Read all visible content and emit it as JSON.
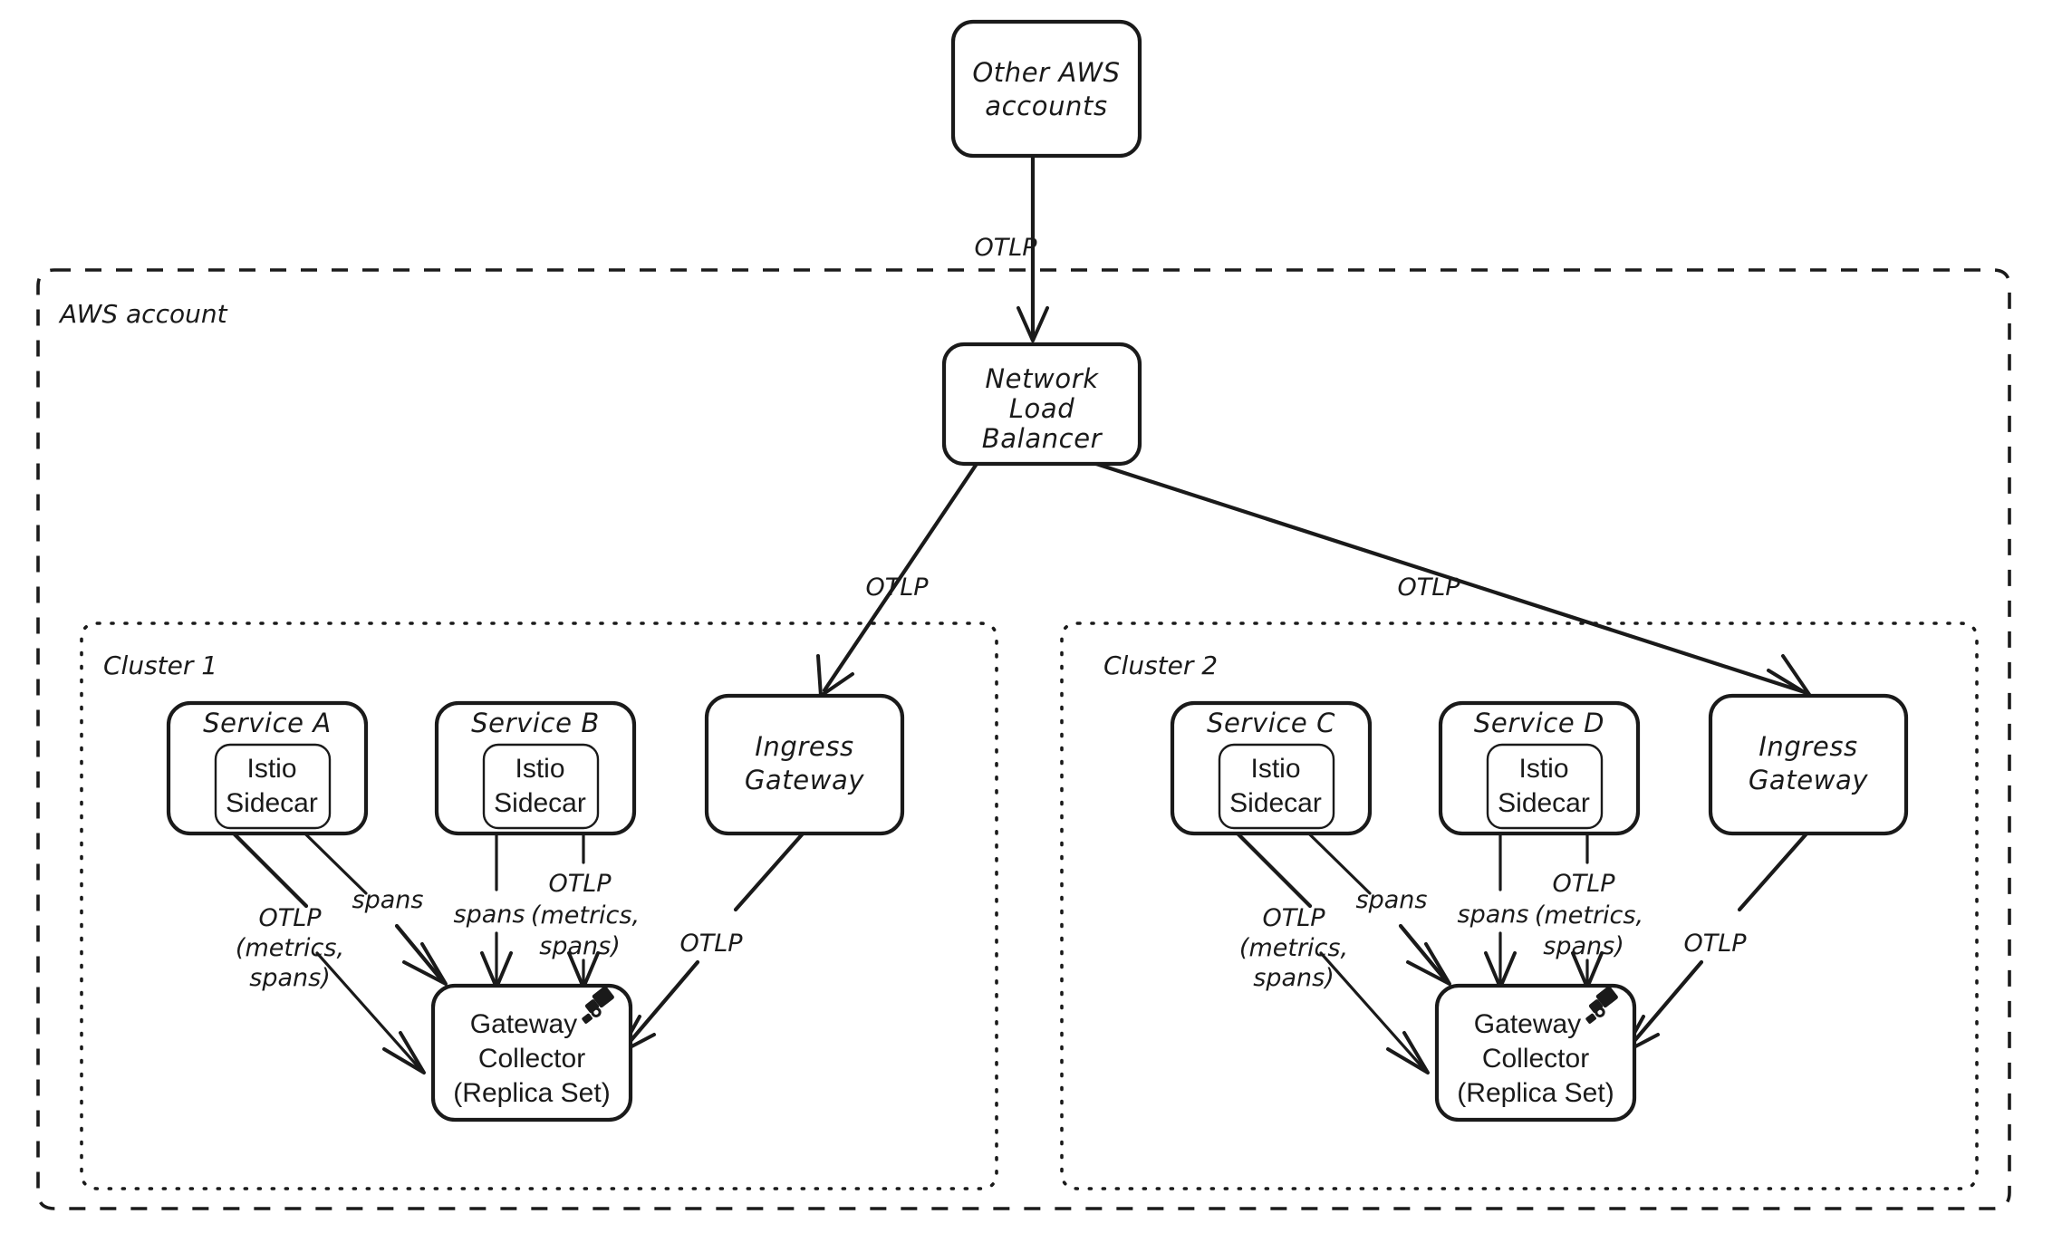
{
  "diagram": {
    "title": "OpenTelemetry collector architecture across AWS account clusters",
    "background": "#ffffff",
    "stroke_color": "#1a1a1a"
  },
  "zones": {
    "aws_account": {
      "label": "AWS account",
      "border_style": "dashed"
    },
    "cluster_1": {
      "label": "Cluster 1",
      "border_style": "dotted"
    },
    "cluster_2": {
      "label": "Cluster 2",
      "border_style": "dotted"
    }
  },
  "nodes": {
    "other_aws": {
      "label_line_1": "Other AWS",
      "label_line_2": "accounts"
    },
    "nlb": {
      "label_line_1": "Network",
      "label_line_2": "Load",
      "label_line_3": "Balancer"
    },
    "service_a": {
      "title": "Service A",
      "sidecar_line_1": "Istio",
      "sidecar_line_2": "Sidecar"
    },
    "service_b": {
      "title": "Service B",
      "sidecar_line_1": "Istio",
      "sidecar_line_2": "Sidecar"
    },
    "service_c": {
      "title": "Service C",
      "sidecar_line_1": "Istio",
      "sidecar_line_2": "Sidecar"
    },
    "service_d": {
      "title": "Service D",
      "sidecar_line_1": "Istio",
      "sidecar_line_2": "Sidecar"
    },
    "ingress_1": {
      "label_line_1": "Ingress",
      "label_line_2": "Gateway"
    },
    "ingress_2": {
      "label_line_1": "Ingress",
      "label_line_2": "Gateway"
    },
    "collector_1": {
      "label_line_1": "Gateway",
      "label_line_2": "Collector",
      "label_line_3": "(Replica Set)",
      "icon": "telescope-icon"
    },
    "collector_2": {
      "label_line_1": "Gateway",
      "label_line_2": "Collector",
      "label_line_3": "(Replica Set)",
      "icon": "telescope-icon"
    }
  },
  "edges": {
    "other_to_nlb": {
      "label": "OTLP"
    },
    "nlb_to_cluster1": {
      "label": "OTLP"
    },
    "nlb_to_cluster2": {
      "label": "OTLP"
    },
    "svc_a_body": {
      "line_1": "OTLP",
      "line_2": "(metrics,",
      "line_3": "spans)"
    },
    "svc_a_sidecar": {
      "label": "spans"
    },
    "svc_b_sidecar": {
      "label": "spans"
    },
    "svc_b_body": {
      "line_1": "OTLP",
      "line_2": "(metrics,",
      "line_3": "spans)"
    },
    "ingress_1_out": {
      "label": "OTLP"
    },
    "svc_c_body": {
      "line_1": "OTLP",
      "line_2": "(metrics,",
      "line_3": "spans)"
    },
    "svc_c_sidecar": {
      "label": "spans"
    },
    "svc_d_sidecar": {
      "label": "spans"
    },
    "svc_d_body": {
      "line_1": "OTLP",
      "line_2": "(metrics,",
      "line_3": "spans)"
    },
    "ingress_2_out": {
      "label": "OTLP"
    }
  }
}
